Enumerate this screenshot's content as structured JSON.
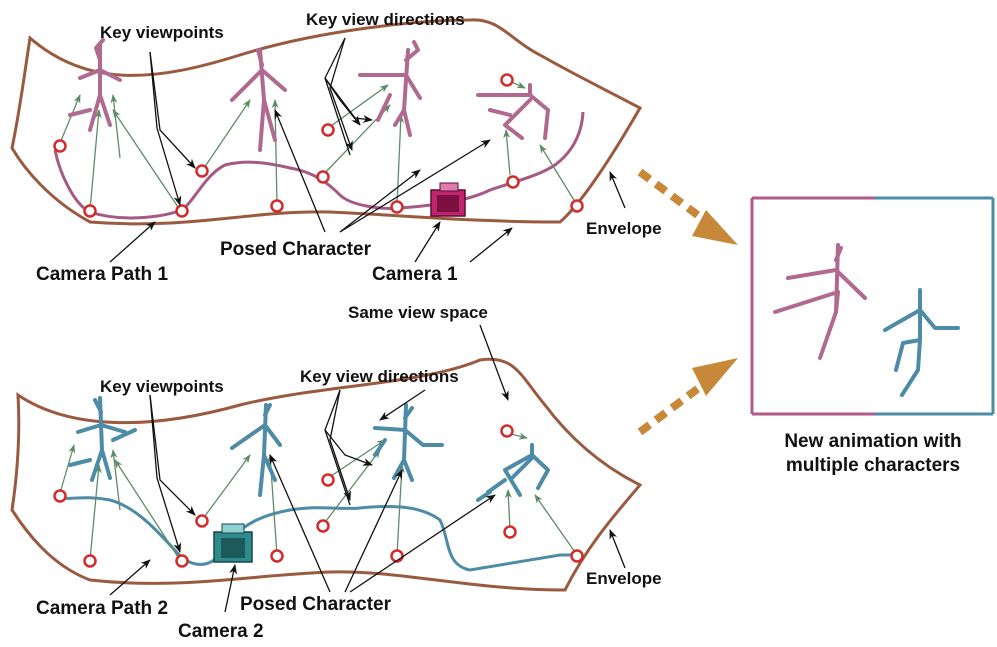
{
  "colors": {
    "envelope": "#9a5a40",
    "character_1": "#b06a90",
    "character_2": "#4d8ba6",
    "camera_path_1": "#a55a84",
    "camera_path_2": "#4d8ba6",
    "keypoint": "#d42a2a",
    "view_arrow": "#5e8c66",
    "transfer_arrow": "#c8883a",
    "camera_1": "#c0246c",
    "camera_2": "#2f8a8c"
  },
  "top_panel": {
    "key_viewpoints_label": "Key viewpoints",
    "key_view_directions_label": "Key view directions",
    "posed_character_label": "Posed Character",
    "camera_path_label": "Camera Path 1",
    "camera_label": "Camera 1",
    "envelope_label": "Envelope"
  },
  "bottom_panel": {
    "key_viewpoints_label": "Key viewpoints",
    "key_view_directions_label": "Key view directions",
    "posed_character_label": "Posed Character",
    "camera_path_label": "Camera Path 2",
    "camera_label": "Camera 2",
    "envelope_label": "Envelope"
  },
  "same_view_space_label": "Same view space",
  "result": {
    "caption_line1": "New animation with",
    "caption_line2": "multiple characters",
    "frame_left_color": "#b05a8a",
    "frame_right_color": "#4d8ba6"
  }
}
